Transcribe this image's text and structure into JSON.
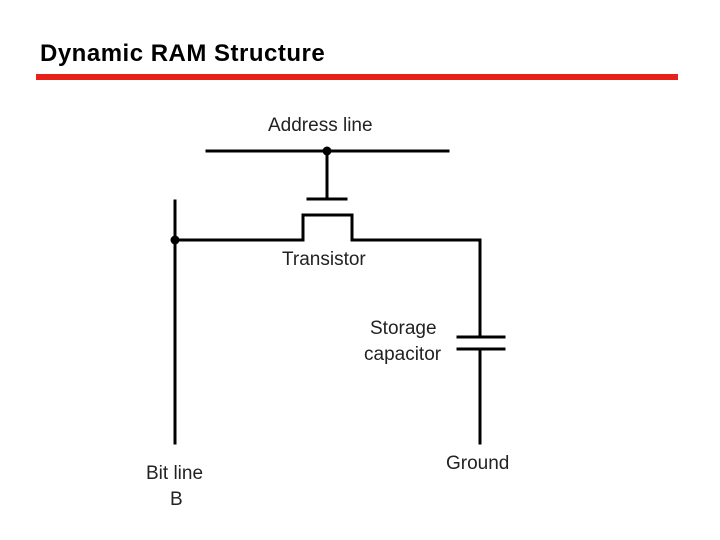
{
  "slide": {
    "title": "Dynamic RAM Structure",
    "accent_color": "#e8201a"
  },
  "diagram": {
    "labels": {
      "address_line": "Address line",
      "transistor": "Transistor",
      "storage_capacitor_line1": "Storage",
      "storage_capacitor_line2": "capacitor",
      "ground": "Ground",
      "bit_line": "Bit line",
      "bit_line_symbol": "B"
    },
    "line_color": "#000000"
  }
}
